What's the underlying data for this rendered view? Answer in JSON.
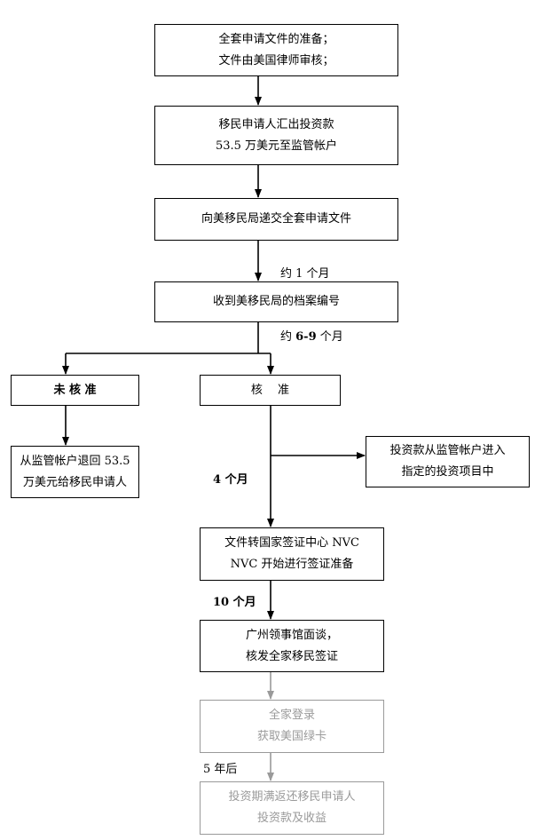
{
  "steps": {
    "prepare": {
      "line1": "全套申请文件的准备；",
      "line2": "文件由美国律师审核；"
    },
    "transfer": {
      "line1": "移民申请人汇出投资款",
      "line2": "53.5 万美元至监管帐户"
    },
    "submit": {
      "line1": "向美移民局递交全套申请文件"
    },
    "receipt": {
      "line1": "收到美移民局的档案编号"
    },
    "denied": {
      "line1": "未 核 准"
    },
    "approved": {
      "line1": "核　 准"
    },
    "refund": {
      "line1": "从监管帐户退回 53.5",
      "line2": "万美元给移民申请人"
    },
    "invest": {
      "line1": "投资款从监管帐户进入",
      "line2": "指定的投资项目中"
    },
    "nvc": {
      "line1": "文件转国家签证中心 NVC",
      "line2": "NVC 开始进行签证准备"
    },
    "interview": {
      "line1": "广州领事馆面谈，",
      "line2": "核发全家移民签证"
    },
    "green_card": {
      "line1": "全家登录",
      "line2": "获取美国绿卡"
    },
    "return": {
      "line1": "投资期满返还移民申请人",
      "line2": "投资款及收益"
    }
  },
  "durations": {
    "one_month": "约 1 个月",
    "six_nine_prefix": "约 ",
    "six_nine_bold": "6-9",
    "six_nine_suffix": " 个月",
    "four_months": "4 个月",
    "ten_months": "10 个月",
    "five_years": "5 年后"
  },
  "colors": {
    "line": "#000000",
    "faded": "#9a9a9a"
  }
}
